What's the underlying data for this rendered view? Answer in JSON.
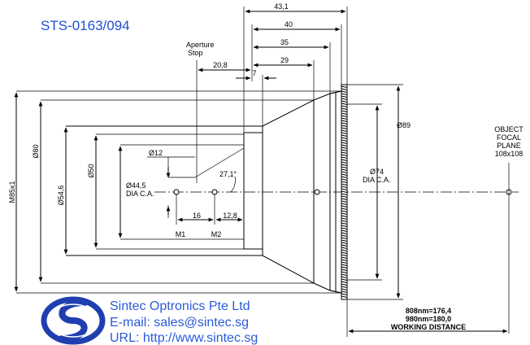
{
  "title": "STS-0163/094",
  "top_dimensions": [
    "43,1",
    "40",
    "35",
    "29",
    "20,8",
    "7"
  ],
  "labels": {
    "aperture_stop": [
      "Aperture",
      "Stop"
    ],
    "object_focal_plane": [
      "OBJECT",
      "FOCAL",
      "PLANE",
      "108x108"
    ],
    "m1": "M1",
    "m2": "M2",
    "thread": "M85x1"
  },
  "diameters": {
    "d80": "Ø80",
    "d54_6": "Ø54,6",
    "d50": "Ø50",
    "d44_5": "Ø44,5",
    "dia_ca": "DIA C.A.",
    "d12": "Ø12",
    "d74": "Ø74",
    "dia_ca_2": "DIA C.A.",
    "d89": "Ø89"
  },
  "angle": "27,1°",
  "bottom_dimensions": [
    "16",
    "12,8"
  ],
  "working_distance": {
    "line1": "808nm=176,4",
    "line2": "980nm=180,0",
    "label": "WORKING DISTANCE"
  },
  "company": {
    "name": "Sintec Optronics Pte Ltd",
    "email": "E-mail: sales@sintec.sg",
    "url": "URL: http://www.sintec.sg"
  },
  "colors": {
    "title": "#1f4fd6",
    "company_text": "#2a5bd8",
    "logo": "#1f3fb0"
  }
}
